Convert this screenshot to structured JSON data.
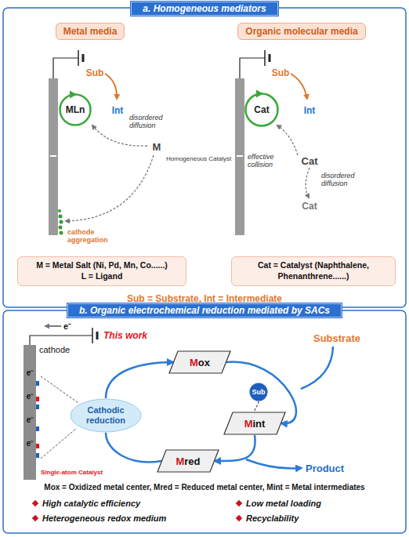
{
  "diagram": {
    "nodes": [
      {
        "text": [
          "a. Homogeneous mediators"
        ]
      },
      {
        "text": [
          "Metal media"
        ]
      },
      {
        "text": [
          "Organic molecular media"
        ]
      },
      {
        "text": [
          "MLn"
        ]
      },
      {
        "text": [
          "Cat"
        ]
      },
      {
        "text": [
          "M = Metal Salt (Ni, Pd, Mn, Co......)",
          "L = Ligand"
        ]
      },
      {
        "text": [
          "Cat = Catalyst (Naphthalene, Phenanthrene......)"
        ]
      },
      {
        "text": [
          "b. Organic electrochemical reduction mediated by SACs"
        ]
      },
      {
        "text": [
          "Cathodic reduction"
        ]
      },
      {
        "text": [
          "Mox"
        ]
      },
      {
        "text": [
          "Sub"
        ]
      },
      {
        "text": [
          "Mint"
        ]
      },
      {
        "text": [
          "Mred"
        ]
      }
    ],
    "edges": [
      {
        "from": 9,
        "to": 11,
        "arrow": "to"
      },
      {
        "from": 11,
        "to": 12,
        "arrow": "to"
      },
      {
        "from": 12,
        "to": 8,
        "arrow": "none"
      },
      {
        "from": 8,
        "to": 9,
        "arrow": "to"
      },
      {
        "from": 10,
        "to": 11,
        "arrow": "none"
      }
    ],
    "labels": [
      "Sub",
      "Int",
      "M",
      "disordered diffusion",
      "Homogeneous Catalyst",
      "cathode aggregation",
      "Sub",
      "Int",
      "effective collision",
      "Cat",
      "disordered diffusion",
      "Cat",
      "Sub = Substrate, Int = Intermediate",
      "e⁻",
      "This work",
      "cathode",
      "e⁻",
      "e⁻",
      "e⁻",
      "e⁻",
      "Single-atom Catalyst",
      "Substrate",
      "Product",
      "Mox = Oxidized metal center, Mred = Reduced metal center, Mint = Metal intermediates",
      "High catalytic efficiency",
      "Low metal loading",
      "Heterogeneous redox medium",
      "Recyclability"
    ]
  }
}
